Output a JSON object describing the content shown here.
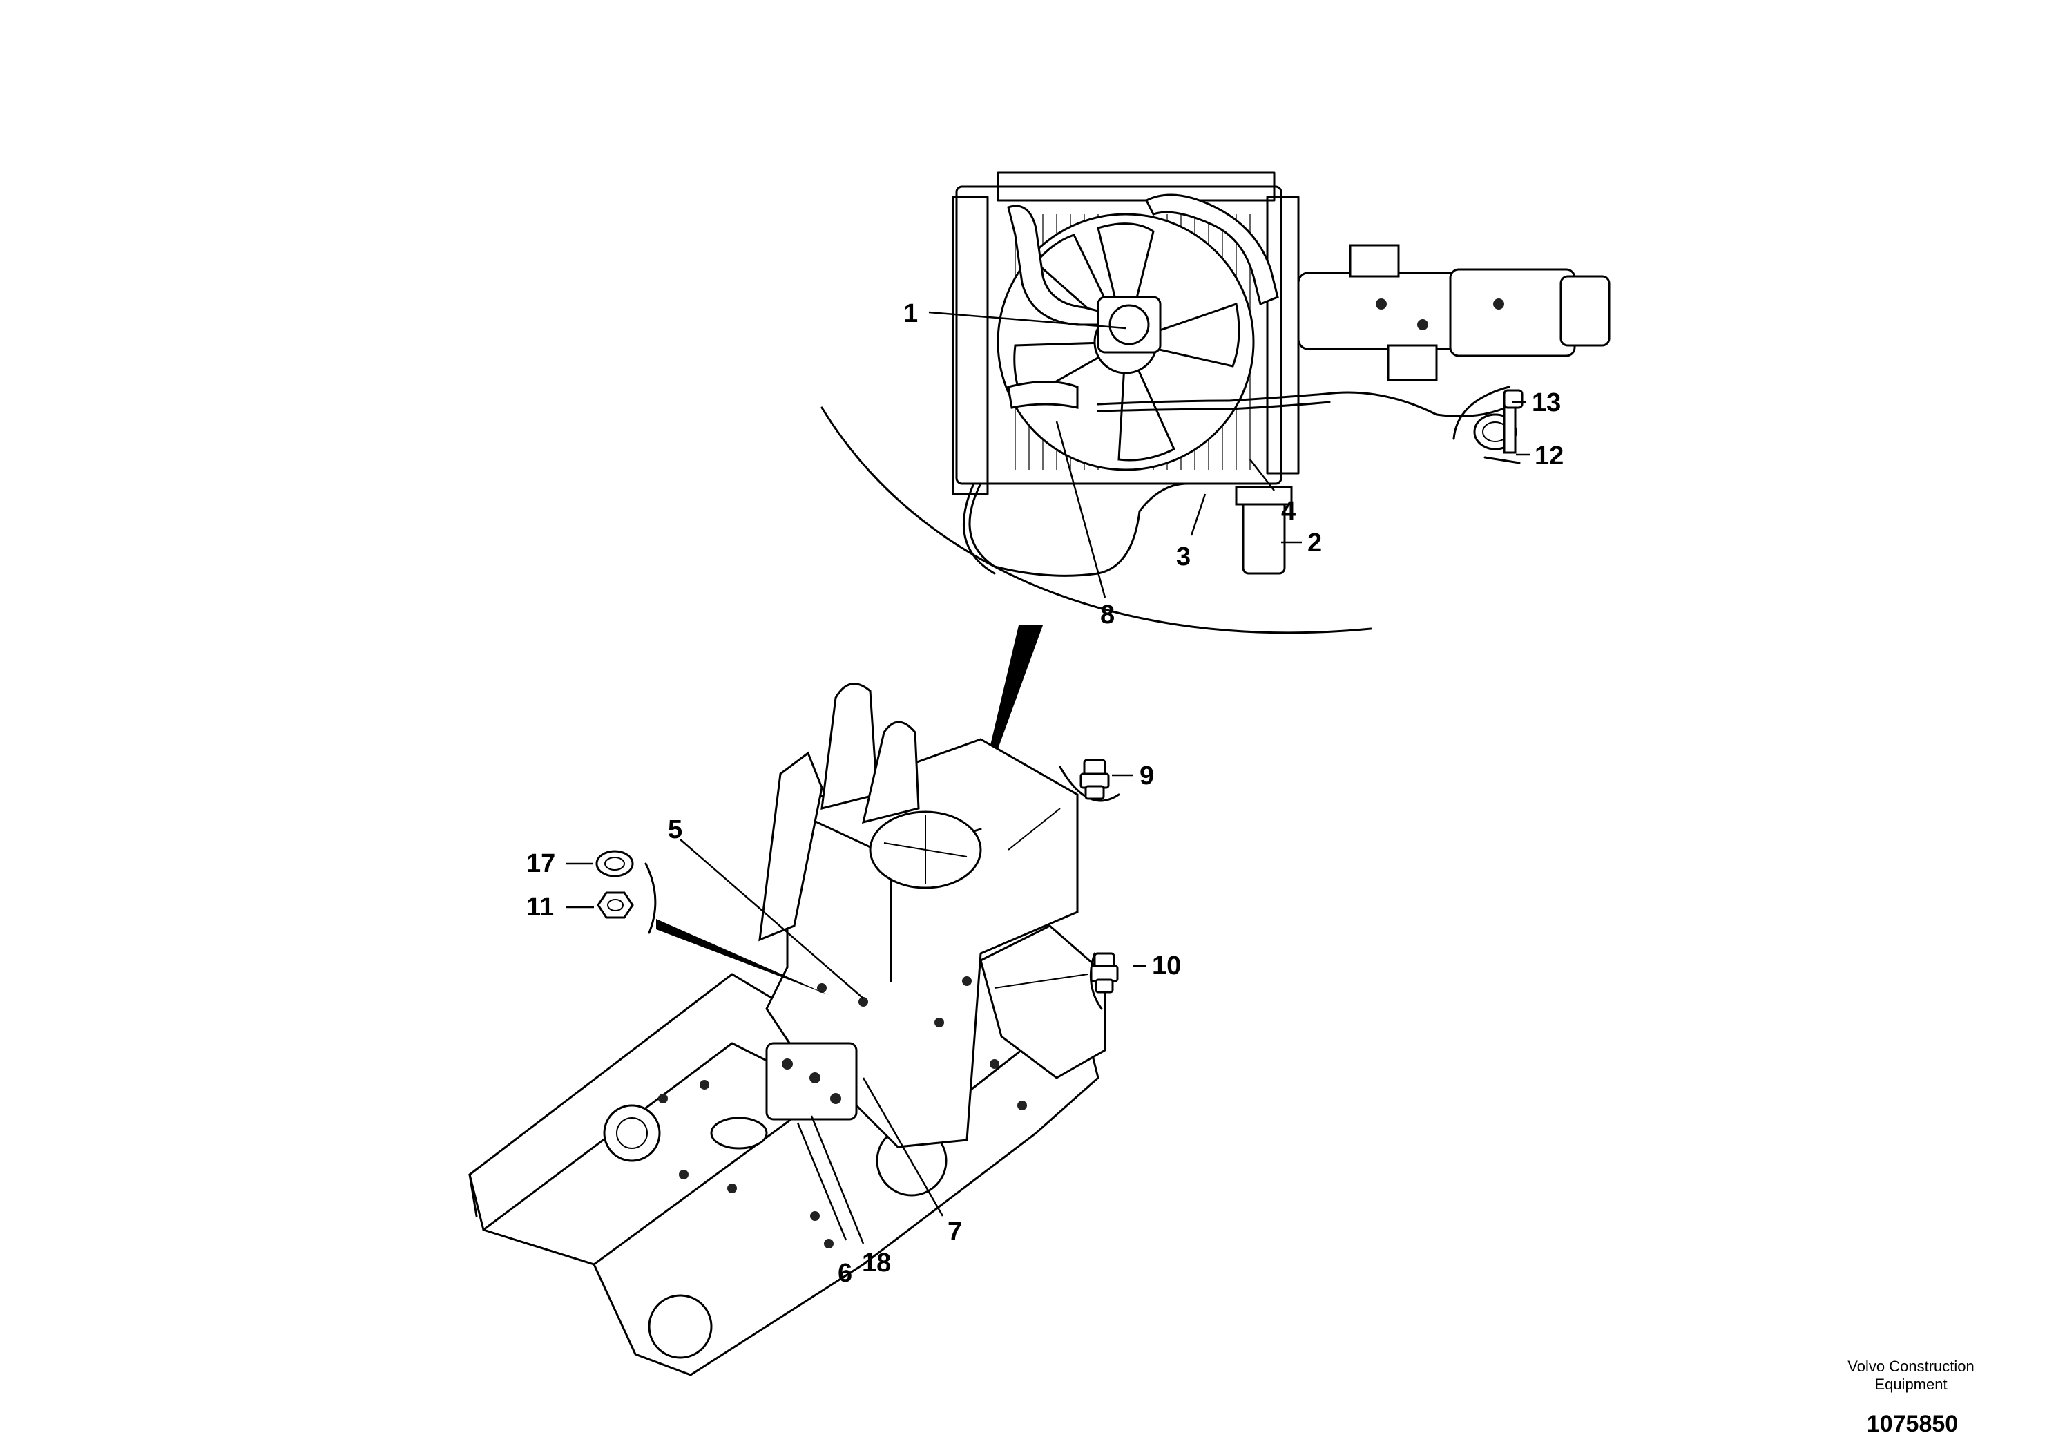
{
  "callouts": {
    "c1": "1",
    "c2": "2",
    "c3": "3",
    "c4": "4",
    "c5": "5",
    "c6": "6",
    "c7": "7",
    "c8": "8",
    "c9": "9",
    "c10": "10",
    "c11": "11",
    "c12": "12",
    "c13": "13",
    "c17": "17",
    "c18": "18"
  },
  "footer": {
    "company_line1": "Volvo Construction",
    "company_line2": "Equipment",
    "document_number": "1075850"
  }
}
